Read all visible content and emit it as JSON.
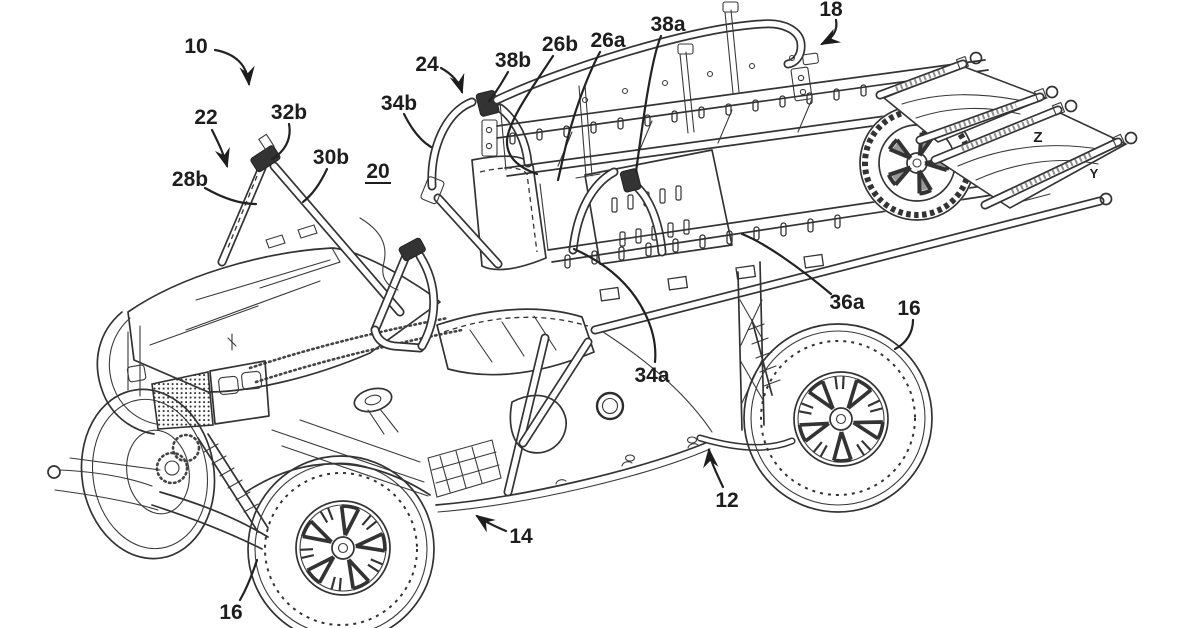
{
  "figure": {
    "kind": "patent line drawing",
    "subject": "utility vehicle with foldable roll bars and rear litter carrier",
    "background_color": "#ffffff",
    "line_color": "#333333",
    "label_color": "#1d1d1d"
  },
  "labels": {
    "n10": "10",
    "n22": "22",
    "n32b": "32b",
    "n30b": "30b",
    "n28b": "28b",
    "n20": "20",
    "n24": "24",
    "n34b": "34b",
    "n38b": "38b",
    "n26b": "26b",
    "n26a": "26a",
    "n38a": "38a",
    "n18": "18",
    "n36a": "36a",
    "n16_rear": "16",
    "n34a": "34a",
    "n12": "12",
    "n14": "14",
    "n16_front": "16",
    "mark_z": "Z",
    "mark_y": "Y"
  }
}
